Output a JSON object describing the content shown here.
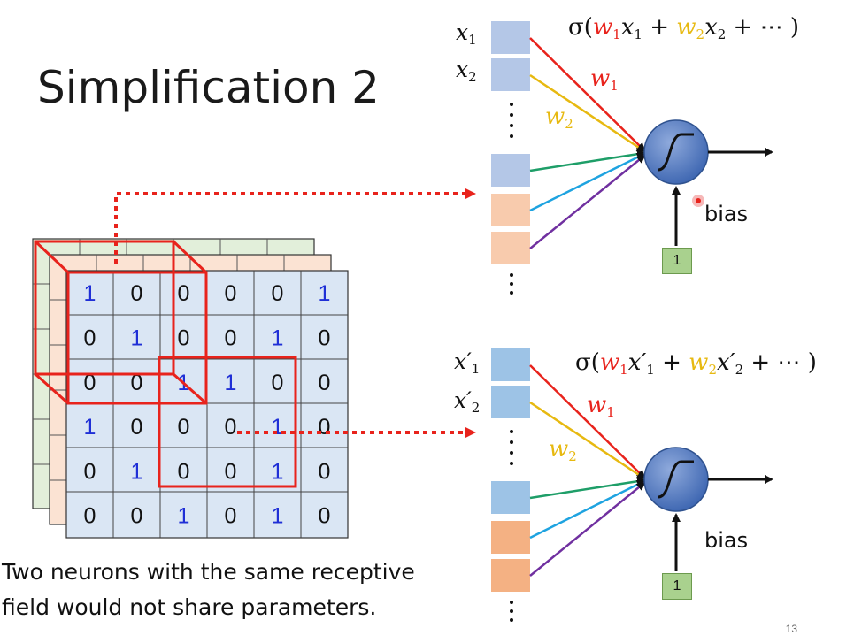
{
  "slide": {
    "title": "Simplification 2",
    "caption_line1": "Two neurons with the same receptive",
    "caption_line2": "field would not share parameters.",
    "page_number": "13"
  },
  "image_grid": {
    "rows": [
      [
        "1",
        "0",
        "0",
        "0",
        "0",
        "1"
      ],
      [
        "0",
        "1",
        "0",
        "0",
        "1",
        "0"
      ],
      [
        "0",
        "0",
        "1",
        "1",
        "0",
        "0"
      ],
      [
        "1",
        "0",
        "0",
        "0",
        "1",
        "0"
      ],
      [
        "0",
        "1",
        "0",
        "0",
        "1",
        "0"
      ],
      [
        "0",
        "0",
        "1",
        "0",
        "1",
        "0"
      ]
    ]
  },
  "neuron_top": {
    "formula": {
      "sigma": "σ(",
      "w1": "w",
      "w1_sub": "1",
      "x1": "x",
      "x1_sub": "1",
      "plus1": " + ",
      "w2": "w",
      "w2_sub": "2",
      "x2": "x",
      "x2_sub": "2",
      "rest": " + ⋯ )"
    },
    "input_labels": {
      "x1": "x",
      "x1_sub": "1",
      "x2": "x",
      "x2_sub": "2"
    },
    "weight_labels": {
      "w1": "w",
      "w1_sub": "1",
      "w2": "w",
      "w2_sub": "2"
    },
    "bias_label": "bias",
    "bias_value": "1"
  },
  "neuron_bottom": {
    "formula": {
      "sigma": "σ(",
      "w1": "w",
      "w1_sub": "1",
      "x1": "x′",
      "x1_sub": "1",
      "plus1": " + ",
      "w2": "w",
      "w2_sub": "2",
      "x2": "x′",
      "x2_sub": "2",
      "rest": " + ⋯ )"
    },
    "input_labels": {
      "x1": "x′",
      "x1_sub": "1",
      "x2": "x′",
      "x2_sub": "2"
    },
    "weight_labels": {
      "w1": "w",
      "w1_sub": "1",
      "w2": "w",
      "w2_sub": "2"
    },
    "bias_label": "bias",
    "bias_value": "1"
  },
  "colors": {
    "input_blue_light": "#b4c7e7",
    "input_blue": "#9dc3e6",
    "input_orange_light": "#f8cbad",
    "input_orange": "#f4b183",
    "red": "#e8231c",
    "yellow": "#e7b910",
    "green": "#1e9e68",
    "cyan": "#1ea3e0",
    "purple": "#7030a0",
    "neuron": "#4472c4",
    "grid_blue": "#dae6f4",
    "grid_orange": "#fbe3d3",
    "grid_green": "#e2efda",
    "bias_box": "#a9d18e"
  }
}
